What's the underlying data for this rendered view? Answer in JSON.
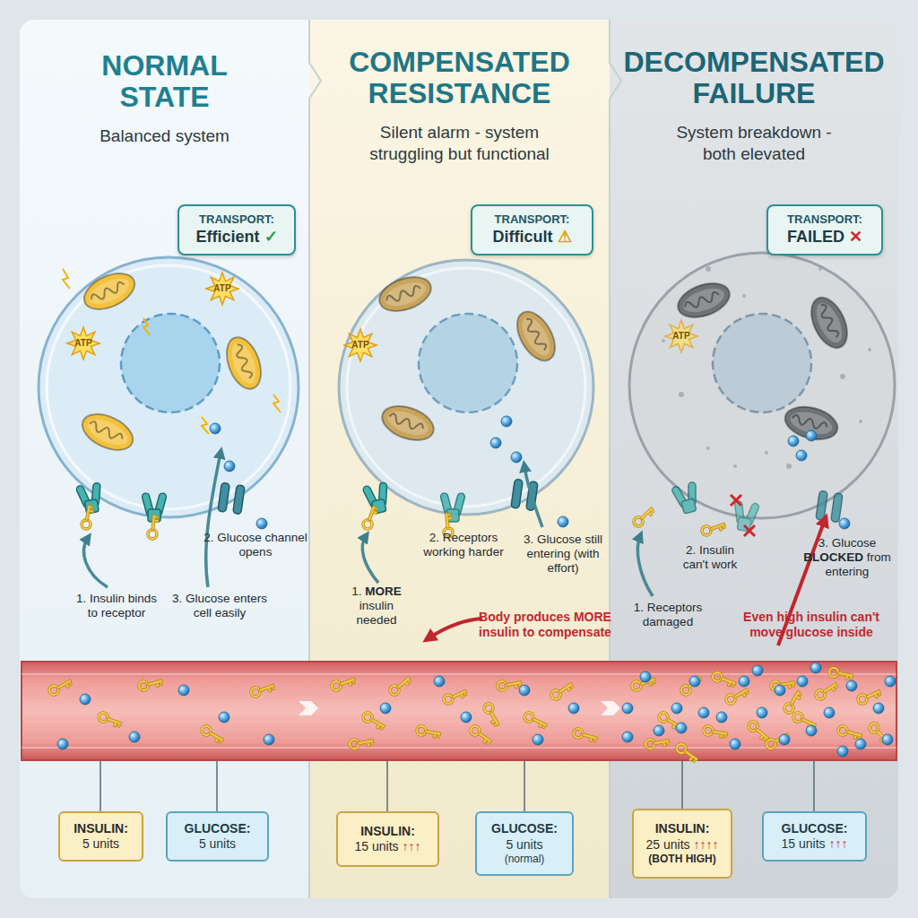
{
  "diagram": {
    "nodes": [
      {
        "text": [
          "NORMAL STATE",
          "Balanced system"
        ]
      },
      {
        "text": [
          "TRANSPORT:",
          "Efficient ✓"
        ],
        "in": 0
      },
      {
        "text": [
          "INSULIN:",
          "5 units"
        ],
        "in": 0
      },
      {
        "text": [
          "GLUCOSE:",
          "5 units"
        ],
        "in": 0
      },
      {
        "text": [
          "COMPENSATED RESISTANCE",
          "Silent alarm - system struggling but functional"
        ]
      },
      {
        "text": [
          "TRANSPORT:",
          "Difficult ⚠"
        ],
        "in": 4
      },
      {
        "text": [
          "INSULIN:",
          "15 units ↑↑↑"
        ],
        "in": 4
      },
      {
        "text": [
          "GLUCOSE:",
          "5 units",
          "(normal)"
        ],
        "in": 4
      },
      {
        "text": [
          "DECOMPENSATED FAILURE",
          "System breakdown - both elevated"
        ]
      },
      {
        "text": [
          "TRANSPORT:",
          "FAILED ✕"
        ],
        "in": 8
      },
      {
        "text": [
          "INSULIN:",
          "25 units ↑↑↑↑",
          "(BOTH HIGH)"
        ],
        "in": 8
      },
      {
        "text": [
          "GLUCOSE:",
          "15 units ↑↑↑"
        ],
        "in": 8
      }
    ],
    "labels": [
      "ATP",
      "ATP",
      "2. Glucose channel opens",
      "1. Insulin binds to receptor",
      "3. Glucose enters cell easily",
      "ATP",
      "2. Receptors working harder",
      "3. Glucose still entering (with effort)",
      "1. MORE insulin needed",
      "Body produces MORE insulin to compensate",
      "ATP",
      "2. Insulin can't work",
      "3. Glucose BLOCKED from entering",
      "1. Receptors damaged",
      "Even high insulin can't move glucose inside"
    ]
  }
}
